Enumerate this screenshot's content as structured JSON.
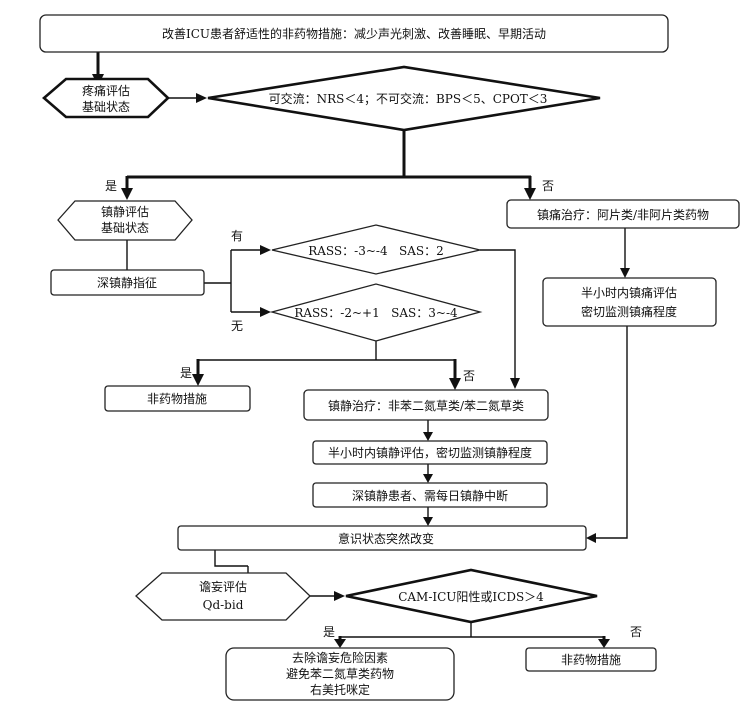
{
  "nodes": {
    "top": "改善ICU患者舒适性的非药物措施：减少声光刺激、改善睡眠、早期活动",
    "pain_eval": [
      "疼痛评估",
      "基础状态"
    ],
    "pain_criteria": "可交流：NRS＜4；不可交流：BPS＜5、CPOT＜3",
    "yes_1": "是",
    "no_1": "否",
    "analgesia": "镇痛治疗：阿片类/非阿片类药物",
    "half_hour_pain": [
      "半小时内镇痛评估",
      "密切监测镇痛程度"
    ],
    "sedation_eval": [
      "镇静评估",
      "基础状态"
    ],
    "deep_sedation_ind": "深镇静指征",
    "have": "有",
    "none": "无",
    "rass_deep": "RASS：-3~-4   SAS：2",
    "rass_light": "RASS：-2~+1   SAS：3~-4",
    "yes_2": "是",
    "no_2": "否",
    "non_drug_1": "非药物措施",
    "sedation_tx": "镇静治疗：非苯二氮草类/苯二氮草类",
    "half_hour_sed": "半小时内镇静评估，密切监测镇静程度",
    "daily_interrupt": "深镇静患者、需每日镇静中断",
    "consciousness": "意识状态突然改变",
    "delirium_eval": [
      "谵妄评估",
      "Qd-bid"
    ],
    "cam_icu": "CAM-ICU阳性或ICDS＞4",
    "yes_3": "是",
    "no_3": "否",
    "remove_risk": [
      "去除谵妄危险因素",
      "避免苯二氮草类药物",
      "右美托咪定"
    ],
    "non_drug_2": "非药物措施"
  }
}
